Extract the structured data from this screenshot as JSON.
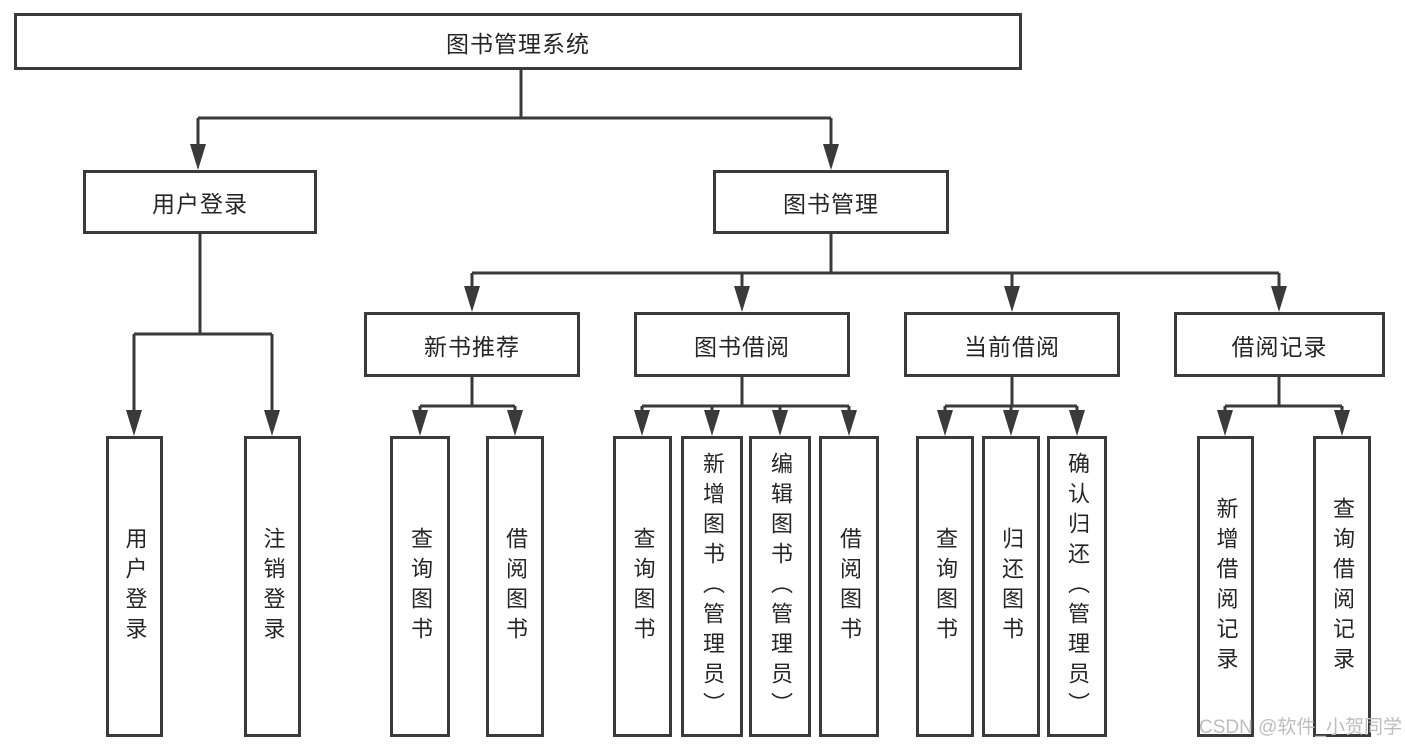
{
  "diagram_type": "function-structure-tree",
  "colors": {
    "background": "#ffffff",
    "line": "#3a3a3a",
    "text": "#262626",
    "watermark": "#bdbdbd"
  },
  "watermark": {
    "text": "CSDN @软件_小贺同学"
  },
  "tree": {
    "root": {
      "label": "图书管理系统",
      "children": [
        {
          "label": "用户登录",
          "children": [
            {
              "label": "用户登录"
            },
            {
              "label": "注销登录"
            }
          ]
        },
        {
          "label": "图书管理",
          "children": [
            {
              "label": "新书推荐",
              "children": [
                {
                  "label": "查询图书"
                },
                {
                  "label": "借阅图书"
                }
              ]
            },
            {
              "label": "图书借阅",
              "children": [
                {
                  "label": "查询图书"
                },
                {
                  "label": "新增图书（管理员）"
                },
                {
                  "label": "编辑图书（管理员）"
                },
                {
                  "label": "借阅图书"
                }
              ]
            },
            {
              "label": "当前借阅",
              "children": [
                {
                  "label": "查询图书"
                },
                {
                  "label": "归还图书"
                },
                {
                  "label": "确认归还（管理员）"
                }
              ]
            },
            {
              "label": "借阅记录",
              "children": [
                {
                  "label": "新增借阅记录"
                },
                {
                  "label": "查询借阅记录"
                }
              ]
            }
          ]
        }
      ]
    }
  }
}
